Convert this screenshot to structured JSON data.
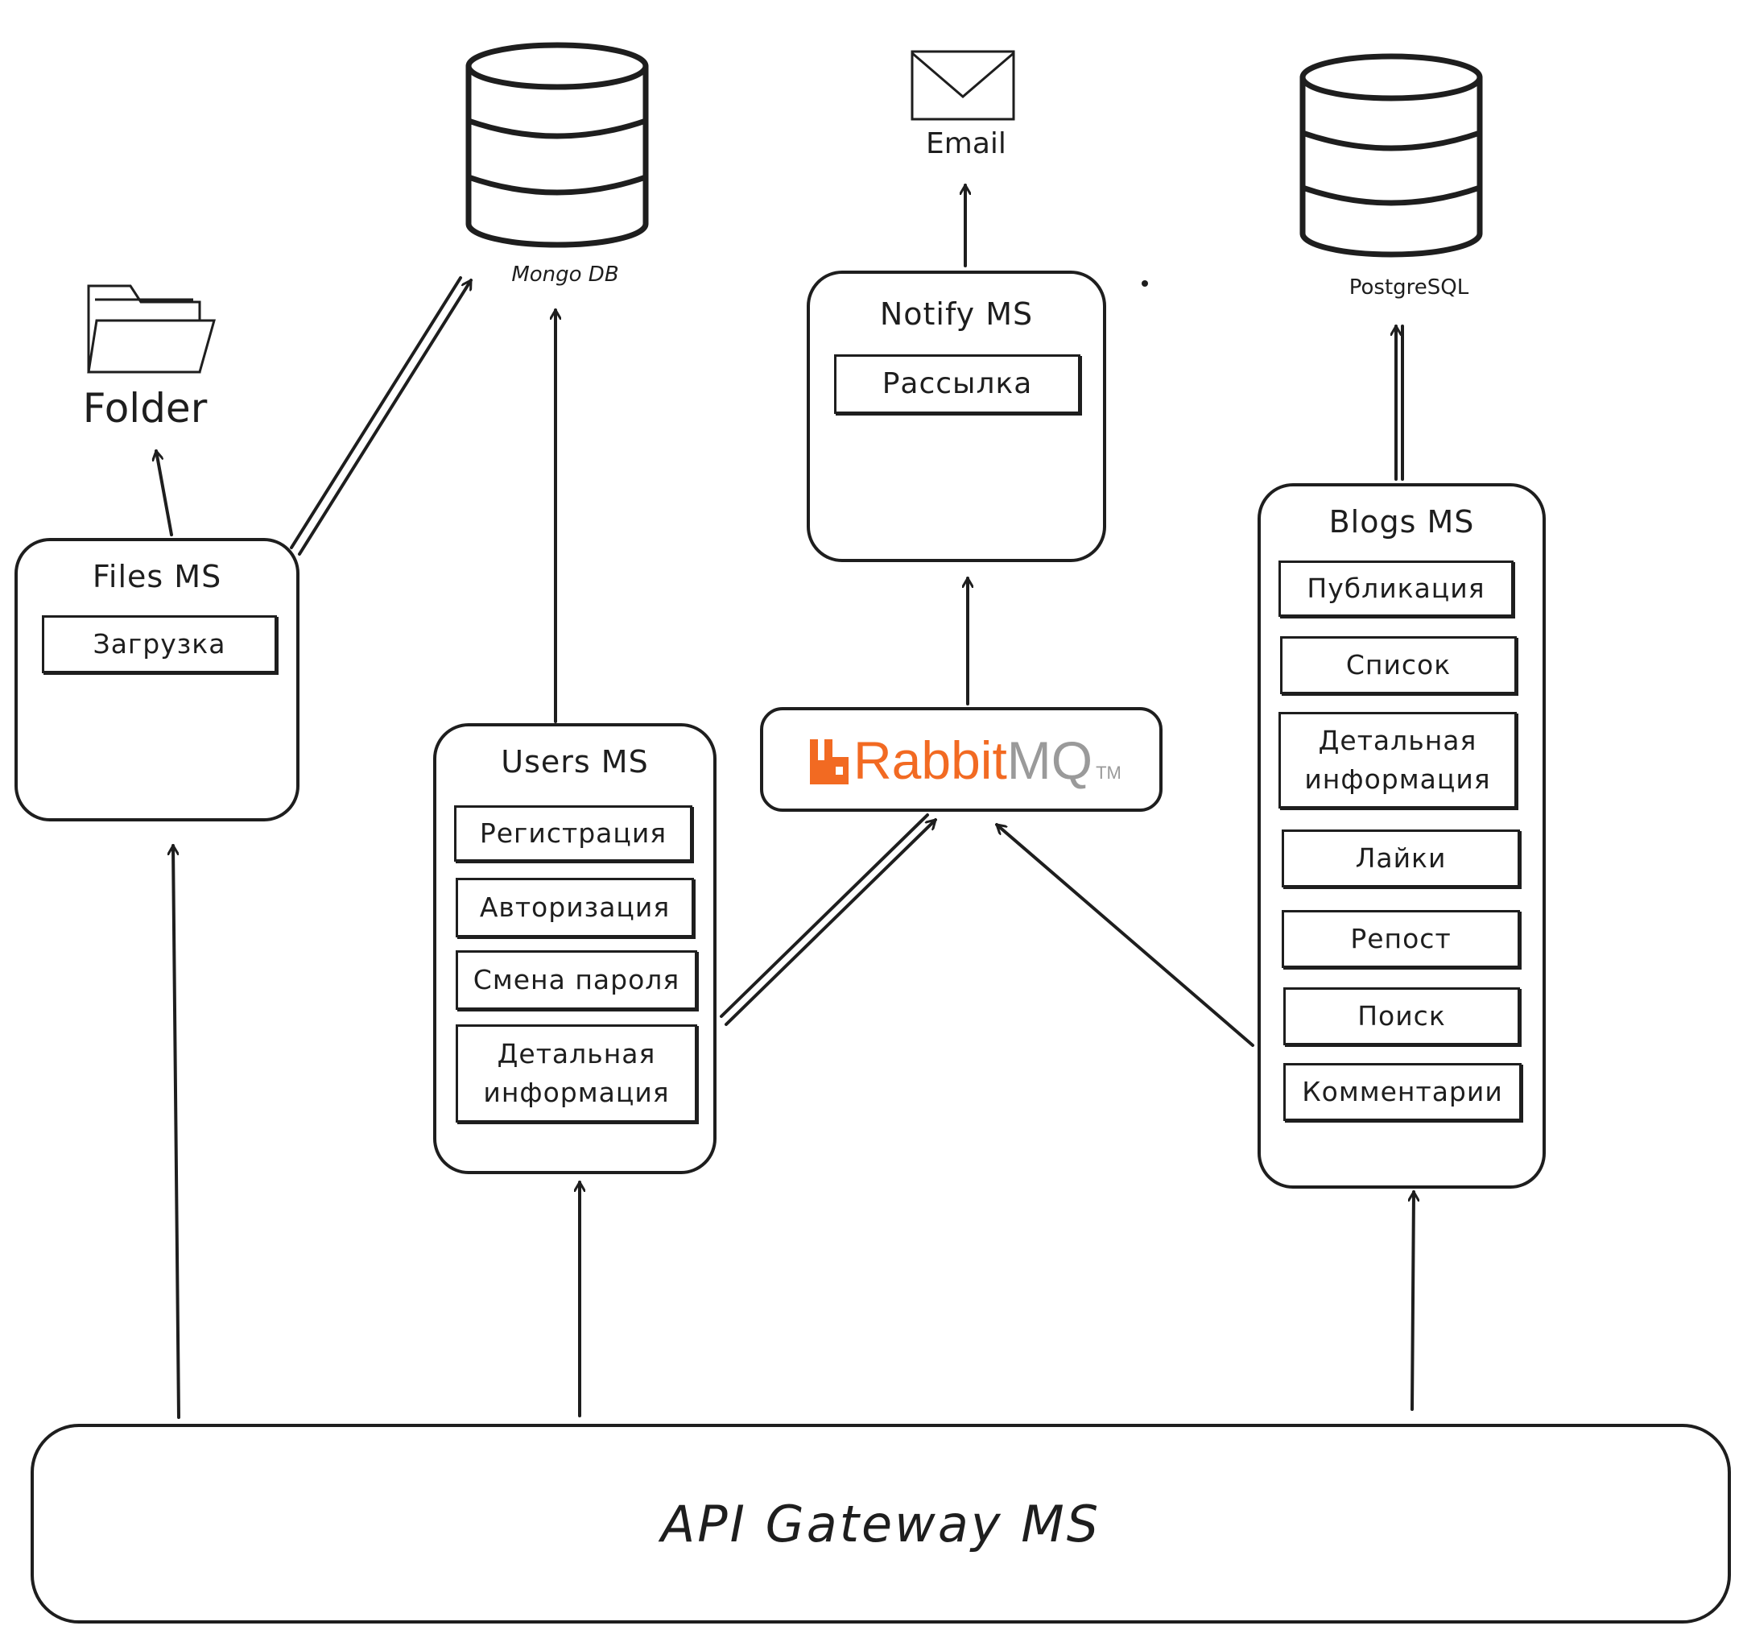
{
  "colors": {
    "stroke": "#1e1e1e",
    "rabbit_orange": "#f26a22",
    "rabbit_gray": "#9a9a9a"
  },
  "icons": [
    "database-icon",
    "database-icon",
    "envelope-icon",
    "folder-icon",
    "rabbitmq-logo-icon"
  ],
  "stores": {
    "mongo_label": "Mongo DB",
    "postgres_label": "PostgreSQL",
    "email_label": "Email",
    "folder_label": "Folder"
  },
  "services": {
    "files": {
      "title": "Files MS",
      "items": [
        "Загрузка"
      ]
    },
    "users": {
      "title": "Users MS",
      "items": [
        "Регистрация",
        "Авторизация",
        "Смена пароля",
        "Детальная информация"
      ]
    },
    "notify": {
      "title": "Notify MS",
      "items": [
        "Рассылка"
      ]
    },
    "blogs": {
      "title": "Blogs MS",
      "items": [
        "Публикация",
        "Список",
        "Детальная информация",
        "Лайки",
        "Репост",
        "Поиск",
        "Комментарии"
      ]
    }
  },
  "broker": {
    "name_a": "Rabbit",
    "name_b": "MQ",
    "tm": "TM"
  },
  "gateway": {
    "title": "API Gateway MS"
  }
}
